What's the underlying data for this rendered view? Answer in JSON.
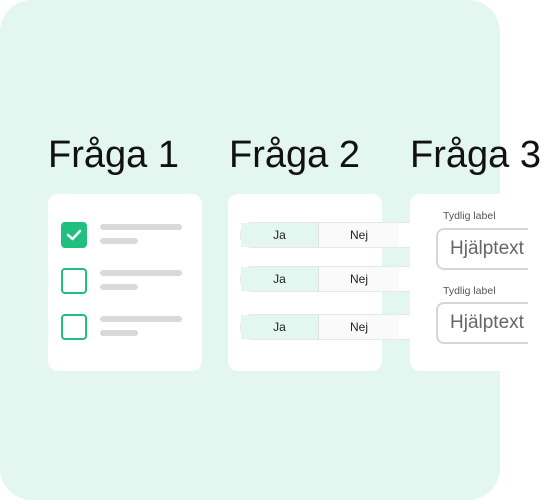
{
  "questions": [
    {
      "title": "Fråga 1",
      "checkboxes": [
        {
          "checked": true
        },
        {
          "checked": false
        },
        {
          "checked": false
        }
      ]
    },
    {
      "title": "Fråga 2",
      "rows": [
        {
          "yes": "Ja",
          "no": "Nej"
        },
        {
          "yes": "Ja",
          "no": "Nej"
        },
        {
          "yes": "Ja",
          "no": "Nej"
        }
      ]
    },
    {
      "title": "Fråga 3",
      "fields": [
        {
          "label": "Tydlig label",
          "placeholder": "Hjälptext"
        },
        {
          "label": "Tydlig label",
          "placeholder": "Hjälptext"
        }
      ]
    }
  ],
  "colors": {
    "background": "#e3f6f0",
    "accent": "#1fbf7f",
    "card": "#ffffff",
    "placeholder_line": "#d9d9d9"
  }
}
